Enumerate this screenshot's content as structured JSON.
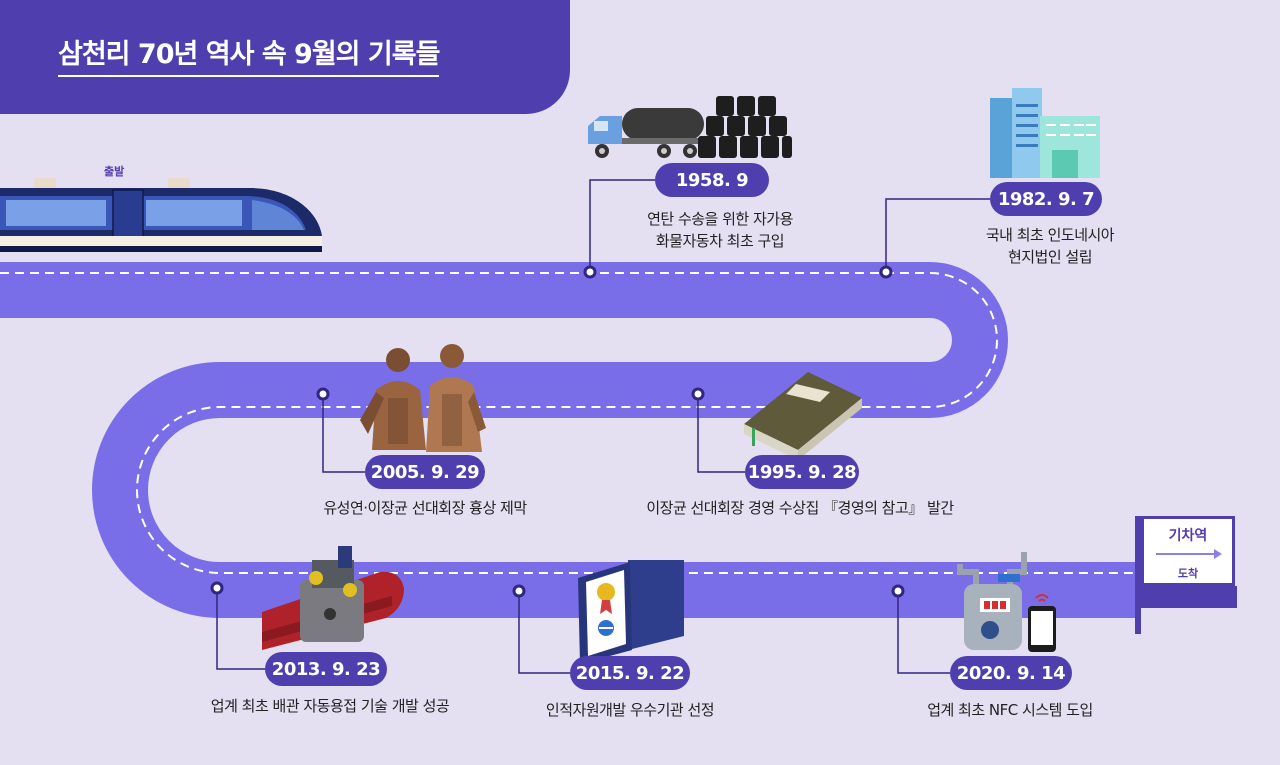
{
  "title": "삼천리 70년 역사 속 9월의 기록들",
  "departure_label": "출발",
  "station": {
    "title": "기차역",
    "subtitle": "도착"
  },
  "colors": {
    "primary": "#4f3fae",
    "road": "#7a6ee8",
    "background": "#e4e0f1",
    "dash": "#ffffff"
  },
  "events": [
    {
      "date": "1958. 9",
      "lines": [
        "연탄 수송을 위한 자가용",
        "화물자동차 최초 구입"
      ],
      "icon": "truck-coal-icon"
    },
    {
      "date": "1982. 9. 7",
      "lines": [
        "국내 최초 인도네시아",
        "현지법인 설립"
      ],
      "icon": "building-icon"
    },
    {
      "date": "1995. 9. 28",
      "lines": [
        "이장균 선대회장 경영 수상집 『경영의 참고』 발간"
      ],
      "icon": "book-icon"
    },
    {
      "date": "2005. 9. 29",
      "lines": [
        "유성연·이장균 선대회장 흉상 제막"
      ],
      "icon": "statue-icon"
    },
    {
      "date": "2013. 9. 23",
      "lines": [
        "업계 최초 배관 자동용접 기술 개발 성공"
      ],
      "icon": "pipe-welder-icon"
    },
    {
      "date": "2015. 9. 22",
      "lines": [
        "인적자원개발 우수기관 선정"
      ],
      "icon": "certificate-icon"
    },
    {
      "date": "2020. 9. 14",
      "lines": [
        "업계 최초 NFC 시스템 도입"
      ],
      "icon": "gas-meter-phone-icon"
    }
  ]
}
